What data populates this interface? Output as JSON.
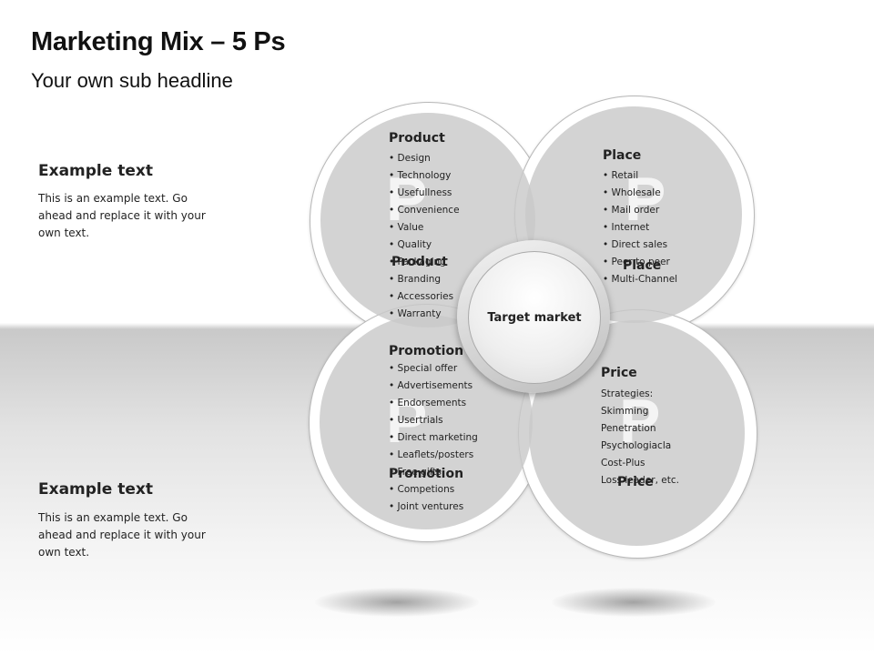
{
  "header": {
    "title": "Marketing Mix – 5 Ps",
    "subtitle": "Your own sub headline"
  },
  "examples": [
    {
      "heading": "Example text",
      "body": "This is an example text. Go ahead and replace it with your own text."
    },
    {
      "heading": "Example text",
      "body": "This is an example text. Go ahead and replace it with your own text."
    }
  ],
  "center": {
    "label": "Target market"
  },
  "quadrants": {
    "product": {
      "letter": "P",
      "title": "Product",
      "label": "Product",
      "items": [
        "Design",
        "Technology",
        "Usefullness",
        "Convenience",
        "Value",
        "Quality",
        "Packaging",
        "Branding",
        "Accessories",
        "Warranty"
      ]
    },
    "place": {
      "letter": "P",
      "title": "Place",
      "label": "Place",
      "items": [
        "Retail",
        "Wholesale",
        "Mail order",
        "Internet",
        "Direct sales",
        "Peer to peer",
        "Multi-Channel"
      ]
    },
    "promotion": {
      "letter": "P",
      "title": "Promotion",
      "label": "Promotion",
      "items": [
        "Special offer",
        "Advertisements",
        "Endorsements",
        "Usertrials",
        "Direct marketing",
        "Leaflets/posters",
        "Free gifts",
        "Competions",
        "Joint ventures"
      ]
    },
    "price": {
      "letter": "P",
      "title": "Price",
      "label": "Price",
      "items": [
        "Strategies:",
        "Skimming",
        "Penetration",
        "Psychologiacla",
        "Cost-Plus",
        "Loss leader, etc."
      ]
    }
  }
}
